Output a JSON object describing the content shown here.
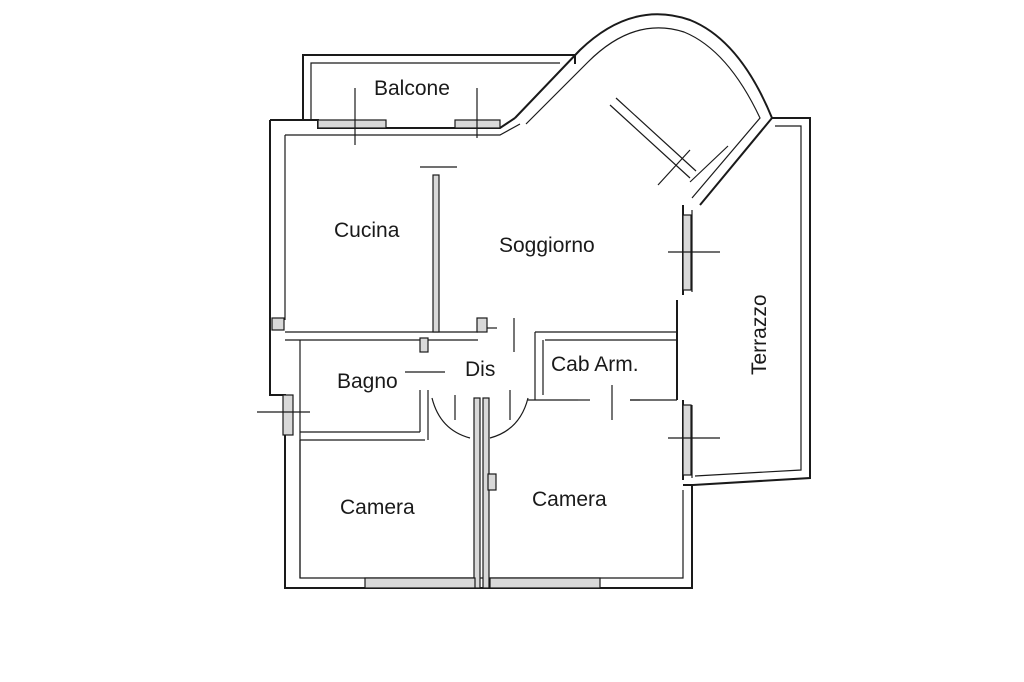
{
  "rooms": {
    "balcone": "Balcone",
    "cucina": "Cucina",
    "soggiorno": "Soggiorno",
    "terrazzo": "Terrazzo",
    "bagno": "Bagno",
    "dis": "Dis",
    "cab_arm": "Cab Arm.",
    "camera_left": "Camera",
    "camera_right": "Camera"
  }
}
